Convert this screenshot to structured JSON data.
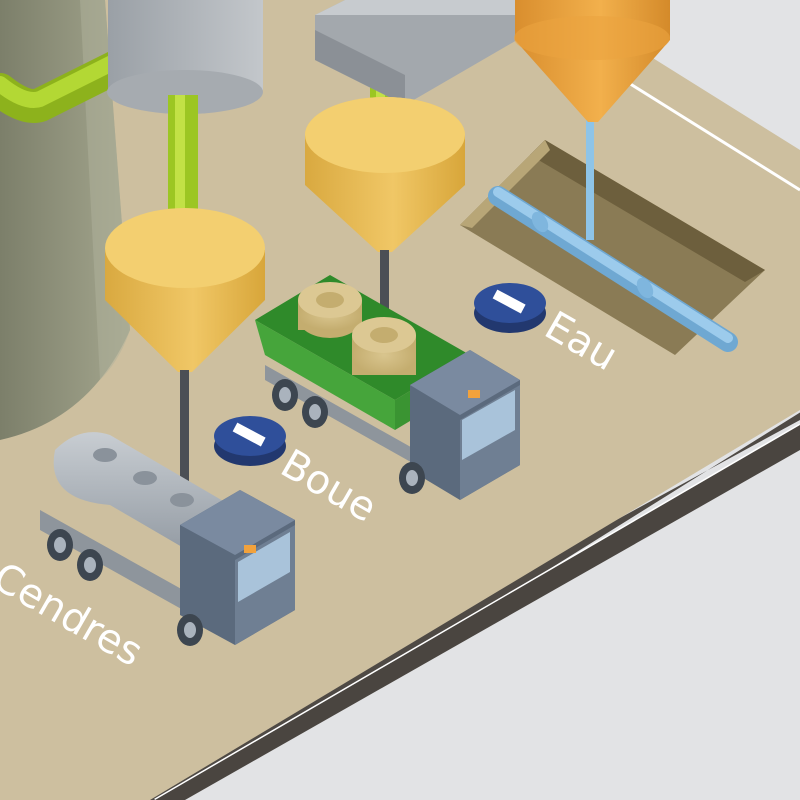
{
  "labels": {
    "ash": "Cendres",
    "sludge": "Boue",
    "water": "Eau"
  },
  "icons": {
    "ash_sign": "no-entry-sign-icon",
    "sludge_sign": "no-entry-sign-icon",
    "water_sign": "no-entry-sign-icon"
  },
  "colors": {
    "platform": "#cdbf9f",
    "platform_edge": "#4f4a45",
    "hopper": "#ecc25d",
    "hopper_orange": "#eba43f",
    "pipe_green": "#a7cc26",
    "pipe_blue": "#8ec4e8",
    "sign_blue": "#2f4f9a",
    "truck_cab": "#5b6a7d",
    "tanker": "#a7aeb6",
    "dumper": "#46a53b",
    "silo": "#9ea088"
  }
}
